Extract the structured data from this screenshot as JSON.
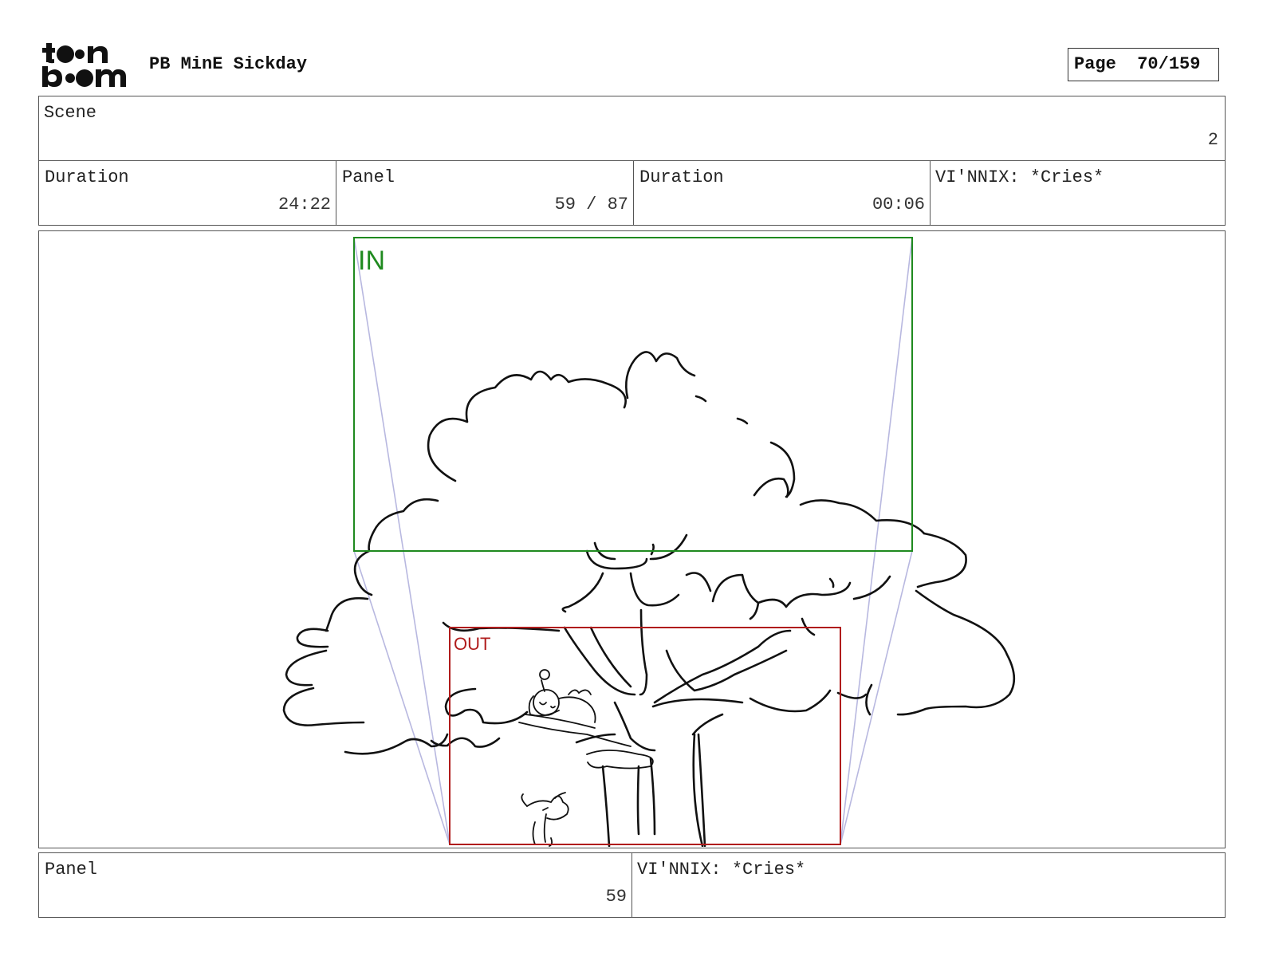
{
  "header": {
    "logo_text": "toon boom",
    "project_title": "PB MinE Sickday",
    "page_label": "Page",
    "page_number": "70/159"
  },
  "scene": {
    "label": "Scene",
    "value": "2"
  },
  "info_row": {
    "duration_total_label": "Duration",
    "duration_total_value": "24:22",
    "panel_label": "Panel",
    "panel_value": "59 / 87",
    "duration_panel_label": "Duration",
    "duration_panel_value": "00:06",
    "dialogue": "VI'NNIX: *Cries*"
  },
  "frame": {
    "in_label": "IN",
    "out_label": "OUT",
    "in_color": "#1f8a1f",
    "out_color": "#b01c1c",
    "guide_color": "#b8b8e0"
  },
  "footer": {
    "panel_label": "Panel",
    "panel_value": "59",
    "dialogue": "VI'NNIX: *Cries*"
  }
}
